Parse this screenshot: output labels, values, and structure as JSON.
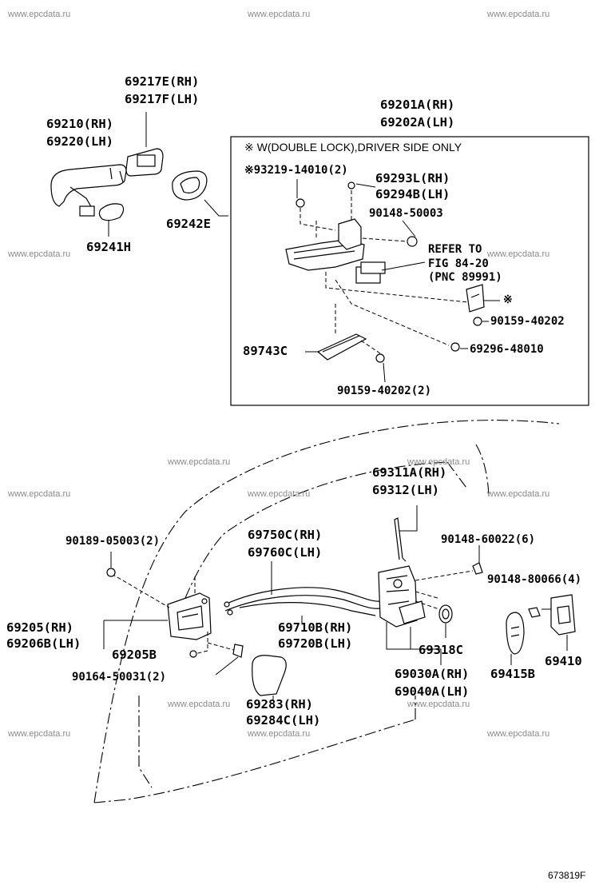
{
  "watermark": "www.epcdata.ru",
  "box_note": "※  W(DOUBLE LOCK),DRIVER SIDE ONLY",
  "refer": [
    "REFER TO",
    "FIG 84-20",
    "(PNC 89991)"
  ],
  "star_mark": "※",
  "figure_id": "673819F",
  "parts": {
    "p69217": [
      "69217E(RH)",
      "69217F(LH)"
    ],
    "p69210": [
      "69210(RH)",
      "69220(LH)"
    ],
    "p69241": "69241H",
    "p69242": "69242E",
    "p69201": [
      "69201A(RH)",
      "69202A(LH)"
    ],
    "p93219": "※93219-14010(2)",
    "p69293": [
      "69293L(RH)",
      "69294B(LH)"
    ],
    "p90148a": "90148-50003",
    "p90159a": "90159-40202",
    "p69296": "69296-48010",
    "p89743": "89743C",
    "p90159b": "90159-40202(2)",
    "p69311": [
      "69311A(RH)",
      "69312(LH)"
    ],
    "p90189": "90189-05003(2)",
    "p69750": [
      "69750C(RH)",
      "69760C(LH)"
    ],
    "p90148b": "90148-60022(6)",
    "p90148c": "90148-80066(4)",
    "p69205": [
      "69205(RH)",
      "69206B(LH)"
    ],
    "p69205b": "69205B",
    "p69710": [
      "69710B(RH)",
      "69720B(LH)"
    ],
    "p69318": "69318C",
    "p69410": "69410",
    "p90164": "90164-50031(2)",
    "p69030": [
      "69030A(RH)",
      "69040A(LH)"
    ],
    "p69415": "69415B",
    "p69283": [
      "69283(RH)",
      "69284C(LH)"
    ]
  }
}
